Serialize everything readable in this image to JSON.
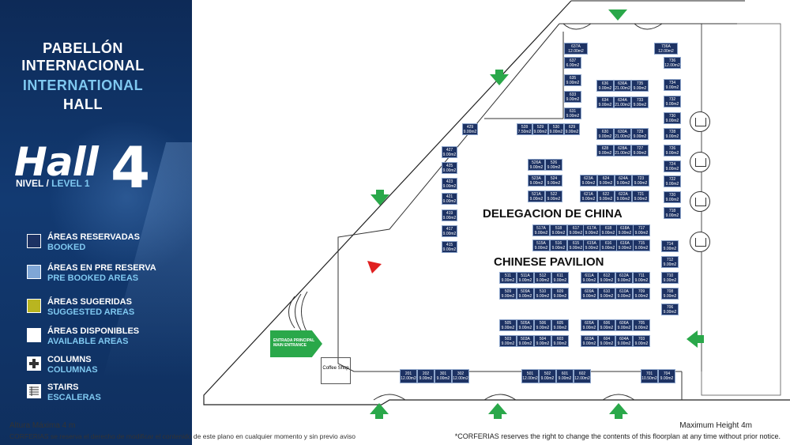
{
  "left_panel": {
    "title_es_1": "PABELLÓN",
    "title_es_2": "INTERNACIONAL",
    "title_en_1": "INTERNATIONAL",
    "title_en_2": "HALL",
    "hall_word": "Hall",
    "hall_number": "4",
    "level_es": "NIVEL",
    "level_sep": " / ",
    "level_en": "LEVEL 1",
    "legend": [
      {
        "es": "ÁREAS RESERVADAS",
        "en": "BOOKED",
        "color": "#1d3263"
      },
      {
        "es": "ÁREAS EN PRE RESERVA",
        "en": "PRE BOOKED AREAS",
        "color": "#7fa6d6"
      },
      {
        "es": "ÁREAS SUGERIDAS",
        "en": "SUGGESTED AREAS",
        "color": "#b9b520"
      },
      {
        "es": "ÁREAS DISPONIBLES",
        "en": "AVAILABLE AREAS",
        "color": "#ffffff"
      },
      {
        "es": "COLUMNS",
        "en": "COLUMNAS",
        "color": "#ffffff"
      },
      {
        "es": "STAIRS",
        "en": "ESCALERAS",
        "color": "#ffffff"
      }
    ]
  },
  "footer": {
    "altura": "Altura Máxima 4 m",
    "disclaimer_es": "CORFERIAS se reserva el derecho de modificar el contenido de este plano en cualquier momento y sin previo aviso",
    "max_height": "Maximum Height 4m",
    "disclaimer_en": "*CORFERIAS  reserves the right to change the contents of this floorplan  at any time without prior notice."
  },
  "map": {
    "delegation_es": "DELEGACION DE CHINA",
    "delegation_en": "CHINESE PAVILION",
    "entrance_es": "ENTRADA PRINCIPAL",
    "entrance_en": "MAIN ENTRANCE",
    "coffee_shop": "Coffee Shop",
    "booths": [
      {
        "id": "637A",
        "area": "12.00m2"
      },
      {
        "id": "637",
        "area": "6.00m2"
      },
      {
        "id": "635",
        "area": "9.00m2"
      },
      {
        "id": "633",
        "area": "9.00m2"
      },
      {
        "id": "631",
        "area": "9.00m2"
      },
      {
        "id": "736A",
        "area": "12.00m2"
      },
      {
        "id": "736",
        "area": "12.00m2"
      },
      {
        "id": "734",
        "area": "9.00m2"
      },
      {
        "id": "732",
        "area": "9.00m2"
      },
      {
        "id": "730",
        "area": "9.00m2"
      },
      {
        "id": "728",
        "area": "9.00m2"
      },
      {
        "id": "726",
        "area": "9.00m2"
      },
      {
        "id": "724",
        "area": "9.00m2"
      },
      {
        "id": "722",
        "area": "9.00m2"
      },
      {
        "id": "720",
        "area": "9.00m2"
      },
      {
        "id": "718",
        "area": "9.00m2"
      },
      {
        "id": "714",
        "area": "9.00m2"
      },
      {
        "id": "712",
        "area": "9.00m2"
      },
      {
        "id": "710",
        "area": "9.00m2"
      },
      {
        "id": "708",
        "area": "9.00m2"
      },
      {
        "id": "706",
        "area": "9.00m2"
      },
      {
        "id": "636",
        "area": "9.00m2"
      },
      {
        "id": "636A",
        "area": "21.00m2"
      },
      {
        "id": "735",
        "area": "9.00m2"
      },
      {
        "id": "634",
        "area": "9.00m2"
      },
      {
        "id": "634A",
        "area": "21.00m2"
      },
      {
        "id": "733",
        "area": "9.00m2"
      },
      {
        "id": "630",
        "area": "9.00m2"
      },
      {
        "id": "630A",
        "area": "21.00m2"
      },
      {
        "id": "729",
        "area": "9.00m2"
      },
      {
        "id": "628",
        "area": "9.00m2"
      },
      {
        "id": "628A",
        "area": "21.00m2"
      },
      {
        "id": "727",
        "area": "9.00m2"
      },
      {
        "id": "528",
        "area": "7.50m2"
      },
      {
        "id": "529",
        "area": "9.00m2"
      },
      {
        "id": "530",
        "area": "9.00m2"
      },
      {
        "id": "629",
        "area": "9.00m2"
      },
      {
        "id": "429",
        "area": "9.00m2"
      },
      {
        "id": "427",
        "area": "9.00m2"
      },
      {
        "id": "425",
        "area": "9.00m2"
      },
      {
        "id": "423",
        "area": "9.00m2"
      },
      {
        "id": "421",
        "area": "9.00m2"
      },
      {
        "id": "419",
        "area": "9.00m2"
      },
      {
        "id": "417",
        "area": "9.00m2"
      },
      {
        "id": "415",
        "area": "9.00m2"
      },
      {
        "id": "526A",
        "area": "9.00m2"
      },
      {
        "id": "526",
        "area": "9.00m2"
      },
      {
        "id": "523A",
        "area": "9.00m2"
      },
      {
        "id": "524",
        "area": "9.00m2"
      },
      {
        "id": "521A",
        "area": "9.00m2"
      },
      {
        "id": "522",
        "area": "9.00m2"
      },
      {
        "id": "623A",
        "area": "9.00m2"
      },
      {
        "id": "624",
        "area": "9.00m2"
      },
      {
        "id": "624A",
        "area": "9.00m2"
      },
      {
        "id": "723",
        "area": "9.00m2"
      },
      {
        "id": "621A",
        "area": "9.00m2"
      },
      {
        "id": "622",
        "area": "9.00m2"
      },
      {
        "id": "622A",
        "area": "9.00m2"
      },
      {
        "id": "721",
        "area": "9.00m2"
      },
      {
        "id": "517A",
        "area": "9.00m2"
      },
      {
        "id": "518",
        "area": "9.00m2"
      },
      {
        "id": "617",
        "area": "9.00m2"
      },
      {
        "id": "617A",
        "area": "9.00m2"
      },
      {
        "id": "618",
        "area": "9.00m2"
      },
      {
        "id": "618A",
        "area": "9.00m2"
      },
      {
        "id": "717",
        "area": "9.00m2"
      },
      {
        "id": "515A",
        "area": "9.00m2"
      },
      {
        "id": "516",
        "area": "9.00m2"
      },
      {
        "id": "615",
        "area": "9.00m2"
      },
      {
        "id": "615A",
        "area": "9.00m2"
      },
      {
        "id": "616",
        "area": "9.00m2"
      },
      {
        "id": "616A",
        "area": "9.00m2"
      },
      {
        "id": "715",
        "area": "9.00m2"
      },
      {
        "id": "511",
        "area": "9.00m2"
      },
      {
        "id": "511A",
        "area": "9.00m2"
      },
      {
        "id": "512",
        "area": "9.00m2"
      },
      {
        "id": "611",
        "area": "9.00m2"
      },
      {
        "id": "611A",
        "area": "9.00m2"
      },
      {
        "id": "612",
        "area": "9.00m2"
      },
      {
        "id": "612A",
        "area": "9.00m2"
      },
      {
        "id": "711",
        "area": "9.00m2"
      },
      {
        "id": "509",
        "area": "9.00m2"
      },
      {
        "id": "509A",
        "area": "9.00m2"
      },
      {
        "id": "510",
        "area": "9.00m2"
      },
      {
        "id": "609",
        "area": "9.00m2"
      },
      {
        "id": "609A",
        "area": "9.00m2"
      },
      {
        "id": "610",
        "area": "9.00m2"
      },
      {
        "id": "610A",
        "area": "9.00m2"
      },
      {
        "id": "709",
        "area": "9.00m2"
      },
      {
        "id": "505",
        "area": "9.00m2"
      },
      {
        "id": "505A",
        "area": "9.00m2"
      },
      {
        "id": "506",
        "area": "9.00m2"
      },
      {
        "id": "605",
        "area": "9.00m2"
      },
      {
        "id": "605A",
        "area": "9.00m2"
      },
      {
        "id": "606",
        "area": "9.00m2"
      },
      {
        "id": "606A",
        "area": "9.00m2"
      },
      {
        "id": "705",
        "area": "9.00m2"
      },
      {
        "id": "503",
        "area": "9.00m2"
      },
      {
        "id": "503A",
        "area": "9.00m2"
      },
      {
        "id": "504",
        "area": "9.00m2"
      },
      {
        "id": "603",
        "area": "9.00m2"
      },
      {
        "id": "603A",
        "area": "9.00m2"
      },
      {
        "id": "604",
        "area": "9.00m2"
      },
      {
        "id": "604A",
        "area": "9.00m2"
      },
      {
        "id": "703",
        "area": "9.00m2"
      },
      {
        "id": "201",
        "area": "12.00m2"
      },
      {
        "id": "202",
        "area": "9.00m2"
      },
      {
        "id": "301",
        "area": "9.00m2"
      },
      {
        "id": "302",
        "area": "12.00m2"
      },
      {
        "id": "501",
        "area": "12.00m2"
      },
      {
        "id": "502",
        "area": "9.00m2"
      },
      {
        "id": "601",
        "area": "9.00m2"
      },
      {
        "id": "602",
        "area": "12.00m2"
      },
      {
        "id": "701",
        "area": "10.50m2"
      },
      {
        "id": "704",
        "area": "9.00m2"
      }
    ]
  }
}
